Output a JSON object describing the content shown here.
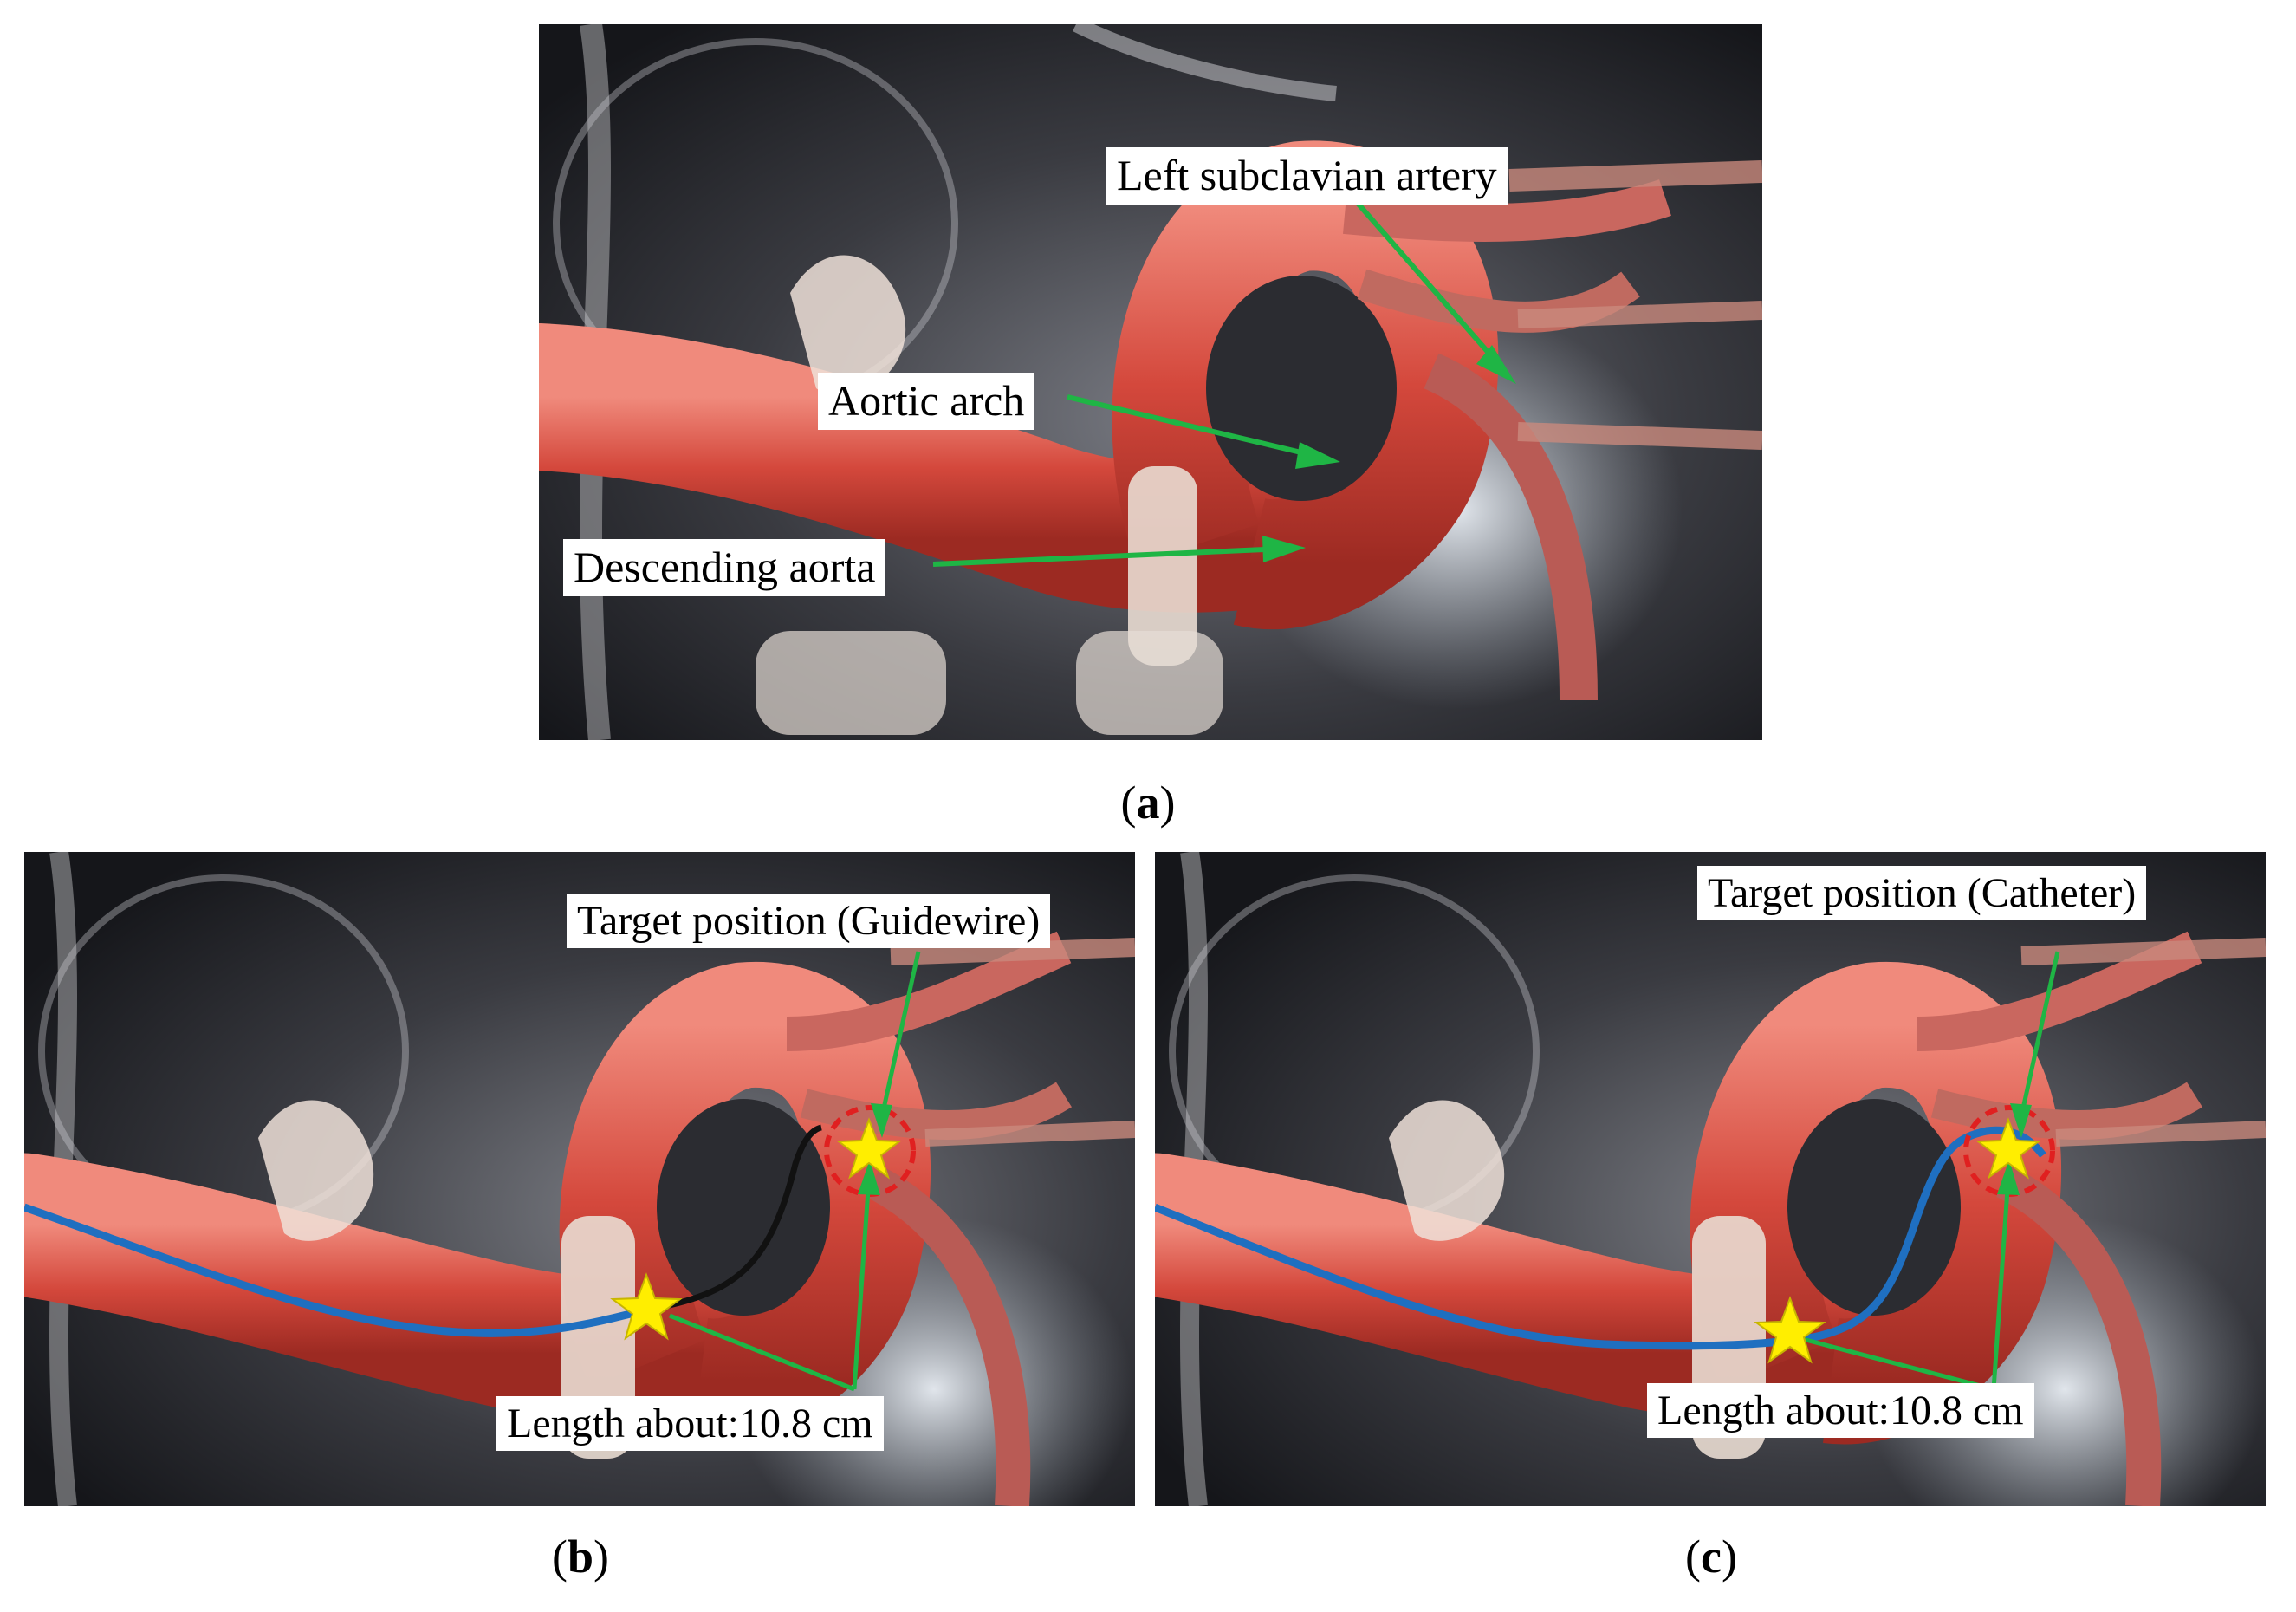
{
  "panels": {
    "a": {
      "caption_letter": "a",
      "labels": {
        "left_subclavian": "Left subclavian artery",
        "aortic_arch": "Aortic arch",
        "descending_aorta": "Descending aorta"
      }
    },
    "b": {
      "caption_letter": "b",
      "labels": {
        "target": "Target position (Guidewire)",
        "length": "Length about:10.8 cm"
      }
    },
    "c": {
      "caption_letter": "c",
      "labels": {
        "target": "Target position (Catheter)",
        "length": "Length about:10.8 cm"
      }
    }
  },
  "colors": {
    "arrow": "#1fb545",
    "guidewire_path": "#1f6fc0",
    "guidewire_tip": "#111111",
    "star": "#ffee00",
    "target_circle": "#e02020",
    "vessel": "#d9534a"
  }
}
